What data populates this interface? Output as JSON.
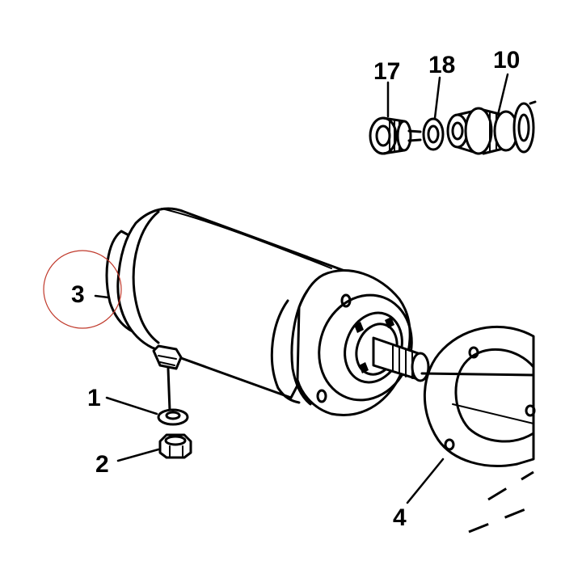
{
  "labels": {
    "part_17": "17",
    "part_18": "18",
    "part_10": "10",
    "part_3": "3",
    "part_1": "1",
    "part_2": "2",
    "part_4": "4"
  },
  "colors": {
    "line": "#000000",
    "background": "#ffffff",
    "highlight_circle": "#c0392b"
  }
}
